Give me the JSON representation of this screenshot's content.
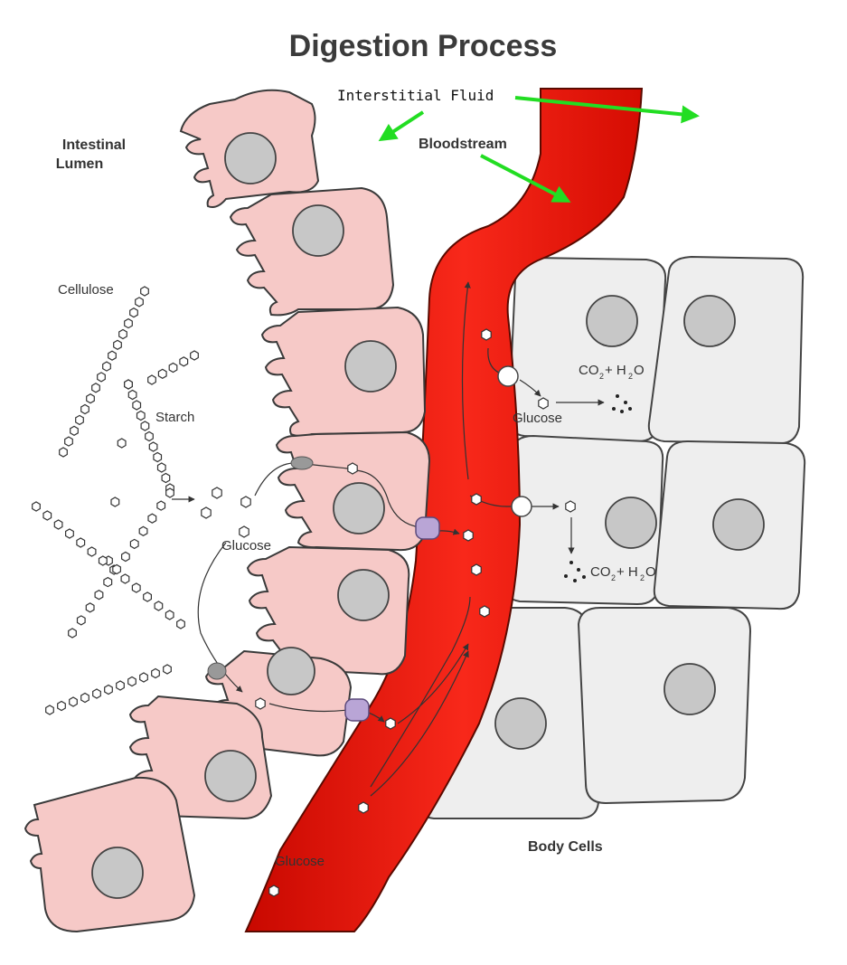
{
  "title": "Digestion Process",
  "labels": {
    "intestinal_lumen_line1": "Intestinal",
    "intestinal_lumen_line2": "Lumen",
    "interstitial_fluid": "Interstitial Fluid",
    "bloodstream": "Bloodstream",
    "cellulose": "Cellulose",
    "starch": "Starch",
    "glucose_lumen": "Glucose",
    "glucose_body": "Glucose",
    "glucose_blood": "Glucose",
    "co2_h2o_top": "CO",
    "co2_h2o_bottom": "CO",
    "subscript_2": "2",
    "plus_h": "+ H",
    "o": "O",
    "body_cells": "Body Cells"
  },
  "colors": {
    "epithelium": "#f6c9c7",
    "blood": "#ee1d10",
    "body_cells": "#eeeeee",
    "arrow_green": "#22dd22"
  },
  "icons": {
    "molecule": "hexagon-icon",
    "transporter": "membrane-transporter-icon",
    "arrows": "green-arrow-icon"
  }
}
